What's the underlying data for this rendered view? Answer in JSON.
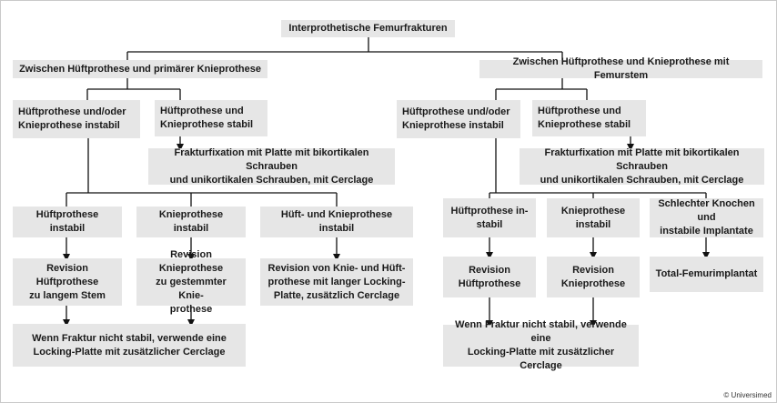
{
  "diagram": {
    "root": "Interprothetische Femurfrakturen",
    "left_branch": {
      "title": "Zwischen Hüftprothese und primärer Knieprothese",
      "instabil": "Hüftprothese und/oder\nKnieprothese instabil",
      "stabil": "Hüftprothese und\nKnieprothese stabil",
      "fixation": "Frakturfixation mit Platte mit bikortikalen Schrauben\nund unikortikalen Schrauben, mit Cerclage",
      "hip_instabil": "Hüftprothese instabil",
      "knee_instabil": "Knieprothese instabil",
      "both_instabil": "Hüft- und Knieprothese instabil",
      "revision_hip": "Revision Hüftprothese\nzu langem Stem",
      "revision_knee": "Revision Knieprothese\nzu gestemmter Knie-\nprothese",
      "revision_both": "Revision von Knie- und Hüft-\nprothese mit langer Locking-\nPlatte, zusätzlich Cerclage",
      "locking": "Wenn Fraktur nicht stabil, verwende eine\nLocking-Platte mit zusätzlicher Cerclage"
    },
    "right_branch": {
      "title": "Zwischen Hüftprothese und Knieprothese mit Femurstem",
      "instabil": "Hüftprothese und/oder\nKnieprothese instabil",
      "stabil": "Hüftprothese und\nKnieprothese stabil",
      "fixation": "Frakturfixation mit Platte mit bikortikalen Schrauben\nund unikortikalen Schrauben, mit Cerclage",
      "hip_instabil": "Hüftprothese in-\nstabil",
      "knee_instabil": "Knieprothese\ninstabil",
      "bad_bone": "Schlechter Knochen und\ninstabile Implantate",
      "revision_hip": "Revision\nHüftprothese",
      "revision_knee": "Revision\nKnieprothese",
      "total": "Total-Femurimplantat",
      "locking": "Wenn Fraktur nicht stabil, verwende eine\nLocking-Platte mit zusätzlicher Cerclage"
    }
  },
  "copyright": "© Universimed"
}
